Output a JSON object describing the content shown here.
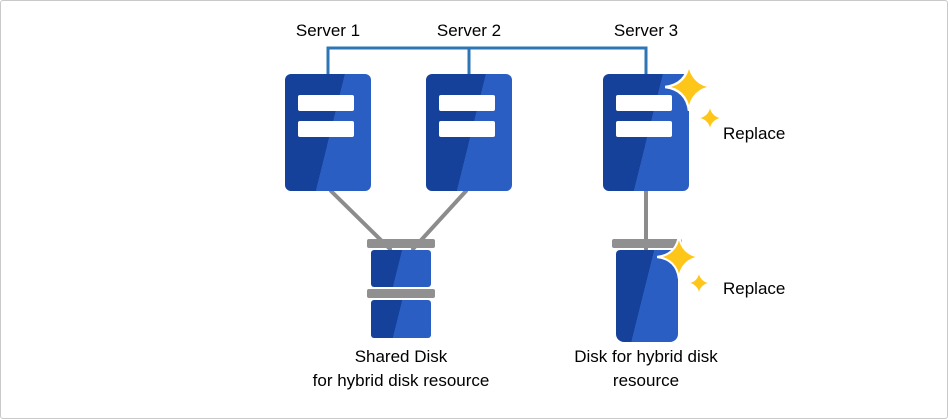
{
  "diagram": {
    "servers": [
      {
        "label": "Server 1"
      },
      {
        "label": "Server 2"
      },
      {
        "label": "Server 3"
      }
    ],
    "annotations": {
      "server_replace": "Replace",
      "disk_replace": "Replace"
    },
    "captions": {
      "shared_disk": {
        "line1": "Shared Disk",
        "line2": "for hybrid disk resource"
      },
      "hybrid_disk": {
        "line1": "Disk for hybrid disk",
        "line2": "resource"
      }
    },
    "colors": {
      "server_blue": "#16419b",
      "server_blue_light": "#2a5ec2",
      "network_line_blue": "#2e75b6",
      "connector_gray": "#8c8c8c",
      "disk_cap_gray": "#909090",
      "sparkle_gold": "#ffc61a",
      "text_black": "#000000"
    },
    "icons": [
      "server-icon",
      "shared-disk-icon",
      "disk-icon",
      "sparkle-icon"
    ]
  }
}
